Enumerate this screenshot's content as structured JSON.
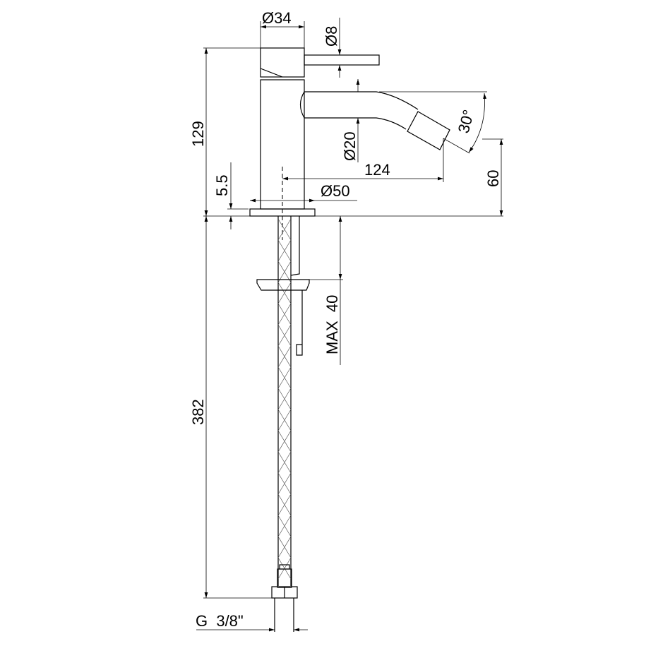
{
  "title": "Bidet mixer technical drawing",
  "dimensions": {
    "handle_diameter": "Ø34",
    "lever_diameter": "Ø8",
    "total_height": "129",
    "spout_diameter": "Ø20",
    "spout_angle": "30°",
    "spout_reach": "124",
    "spout_height": "60",
    "base_thickness": "5.5",
    "base_diameter": "Ø50",
    "max_deck_thickness": "MAX  40",
    "hose_length": "382",
    "connection_thread": "G  3/8\""
  },
  "colors": {
    "line": "#000000",
    "background": "#ffffff"
  }
}
